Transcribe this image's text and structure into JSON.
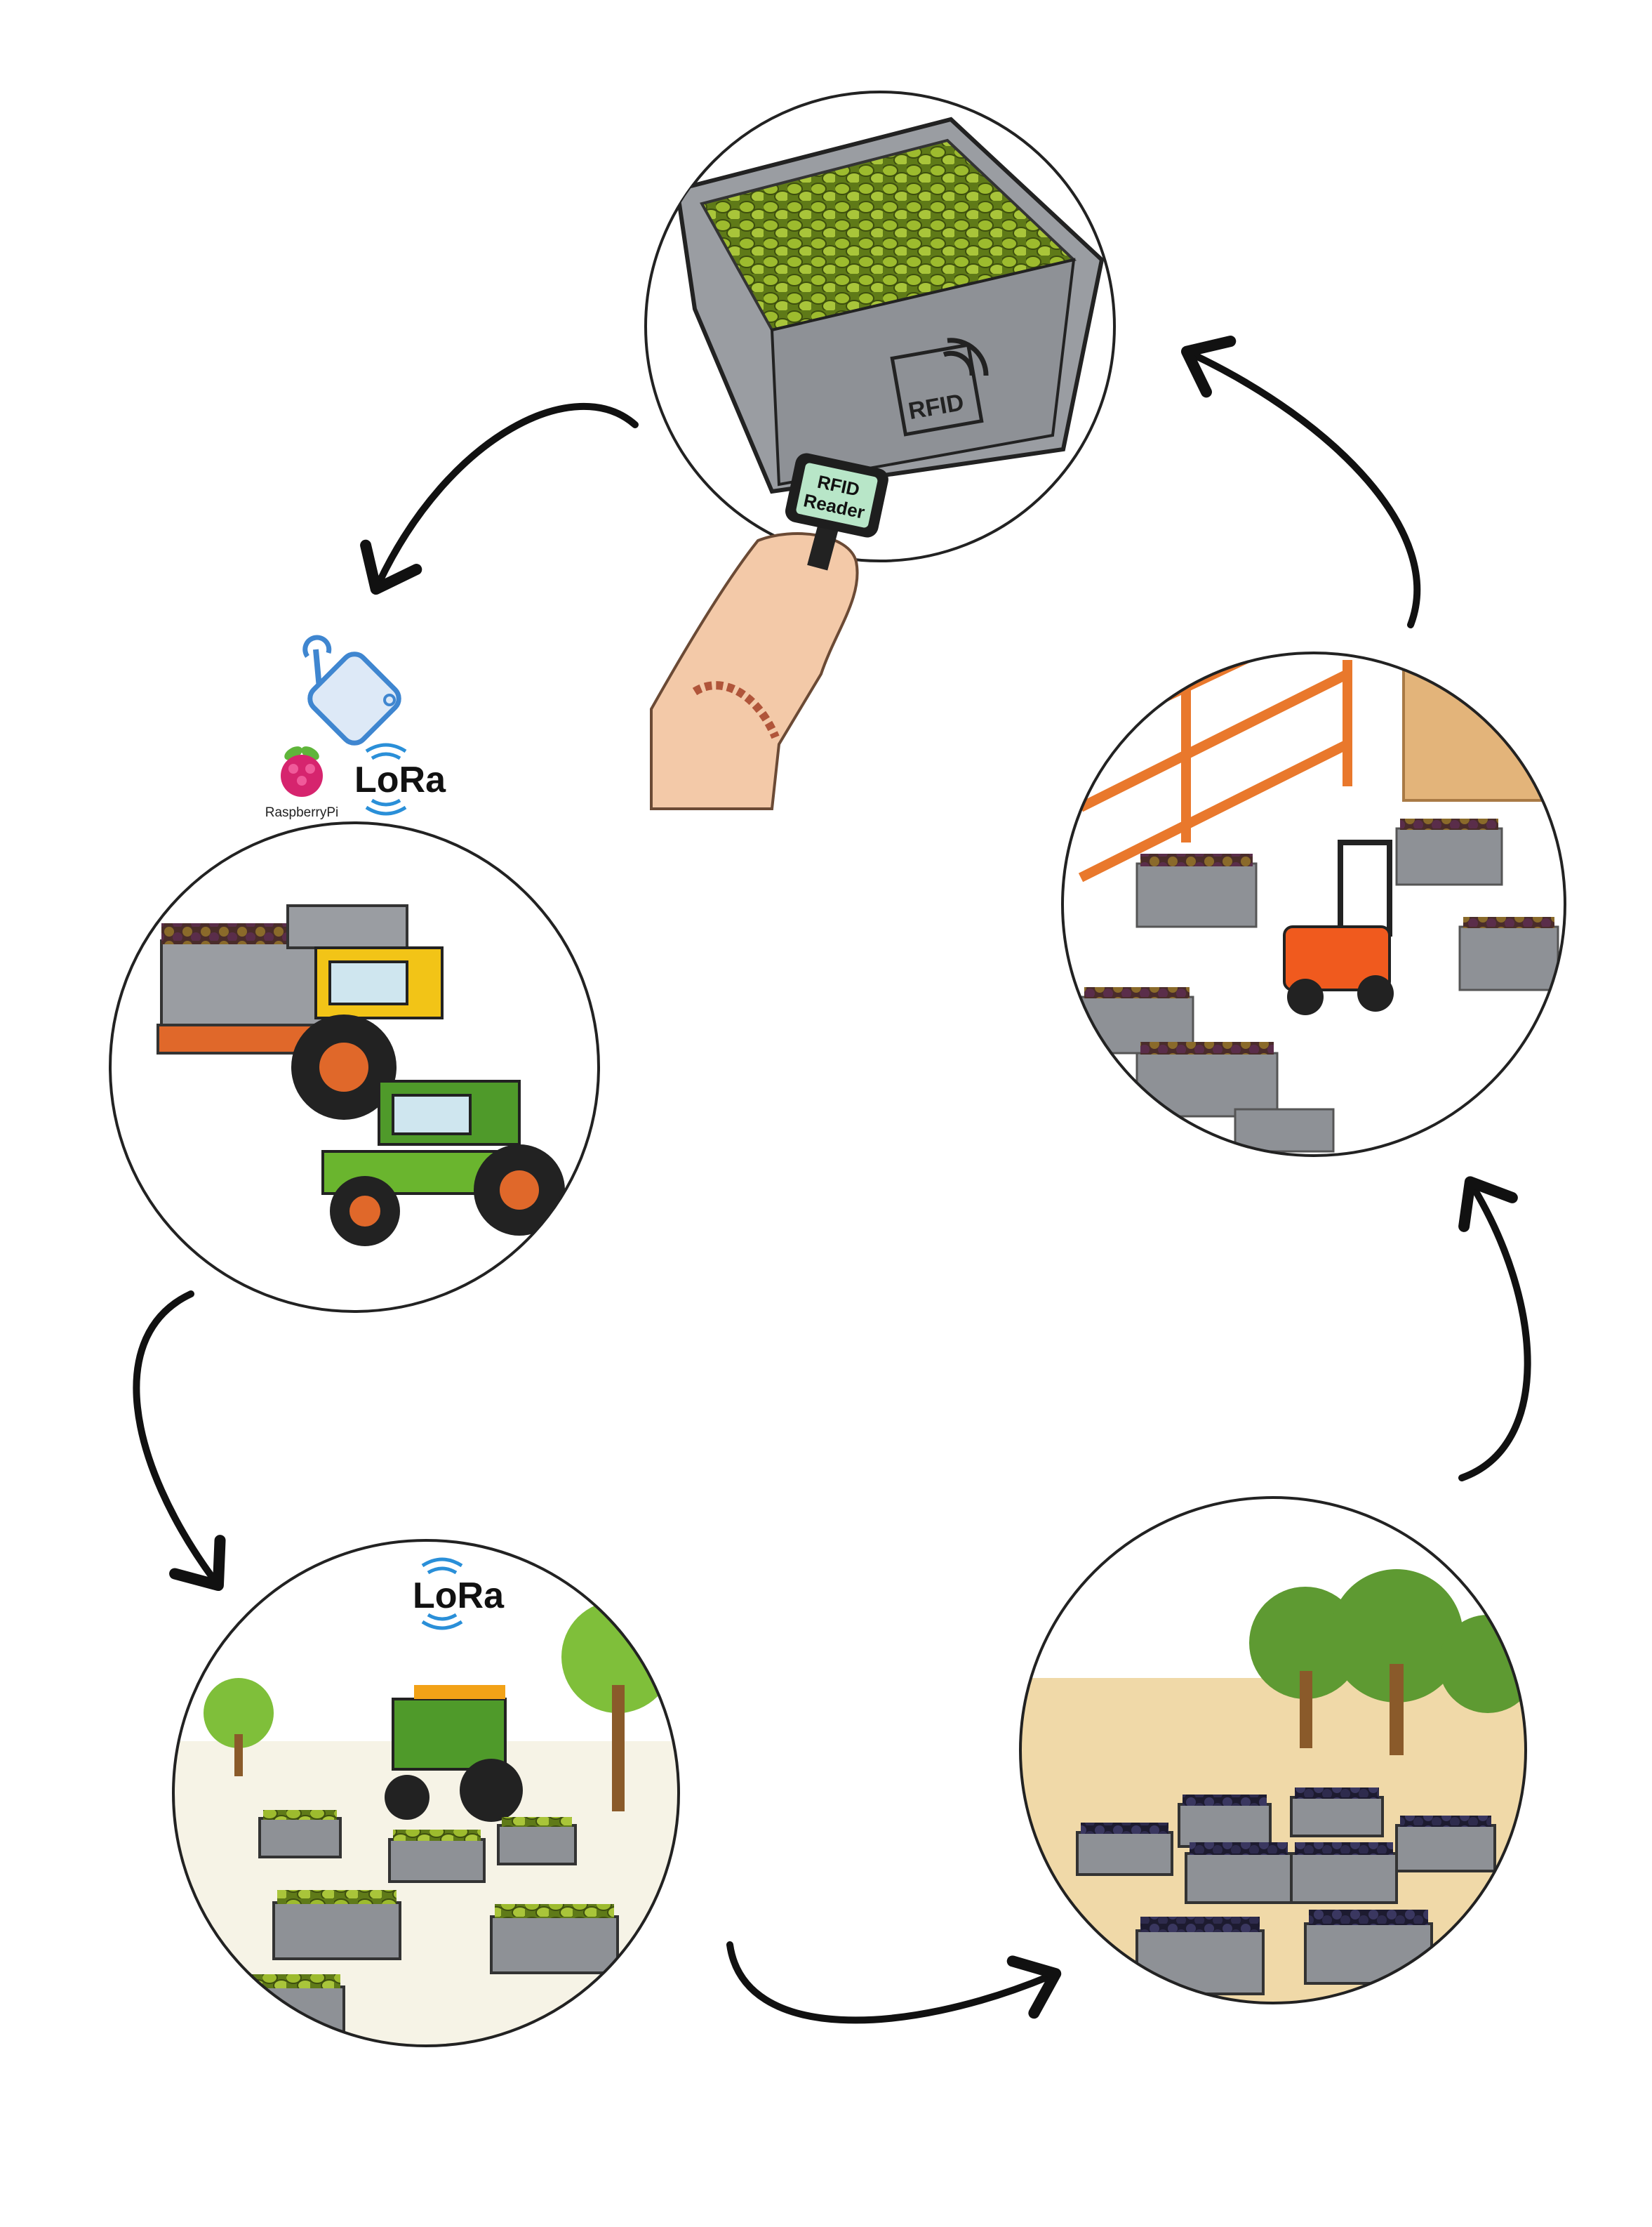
{
  "title": "Olive harvest traceability cycle",
  "stages": [
    {
      "id": "rfid-crate",
      "crate_label": "RFID",
      "reader_label_line1": "RFID",
      "reader_label_line2": "Reader"
    },
    {
      "id": "gateway",
      "brand_left": "RaspberryPi",
      "brand_right": "LoRa"
    },
    {
      "id": "tractor-transport"
    },
    {
      "id": "field-collection",
      "badge": "LoRa"
    },
    {
      "id": "orchard-crates"
    },
    {
      "id": "warehouse-forklift"
    }
  ],
  "colors": {
    "arrow": "#111111",
    "crate": "#8e9196",
    "olive_green": "#8fae2a",
    "olive_dark": "#2c2a45",
    "lora_blue": "#2a8fd8",
    "raspberry": "#d6246e",
    "tractor_green": "#4f9a2a",
    "tractor_yellow": "#f2c417",
    "forklift_orange": "#f05a1e",
    "shelf_orange": "#e9782c"
  }
}
